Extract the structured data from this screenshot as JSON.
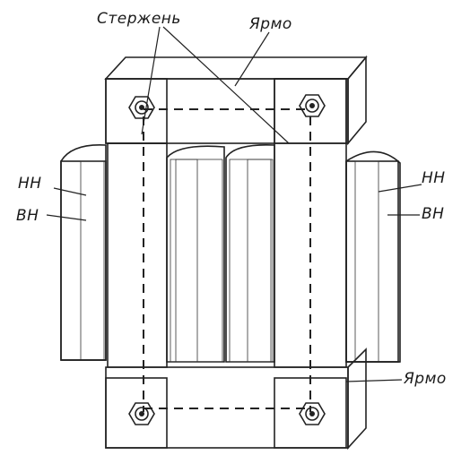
{
  "labels": {
    "core_leg": "Стержень",
    "yoke_top": "Ярмо",
    "yoke_bottom": "Ярмо",
    "lv_left": "НН",
    "hv_left": "ВН",
    "lv_right": "НН",
    "hv_right": "ВН"
  },
  "colors": {
    "ink": "#222222",
    "paper": "#ffffff"
  },
  "icons": [
    "bolt-nut-icon"
  ]
}
